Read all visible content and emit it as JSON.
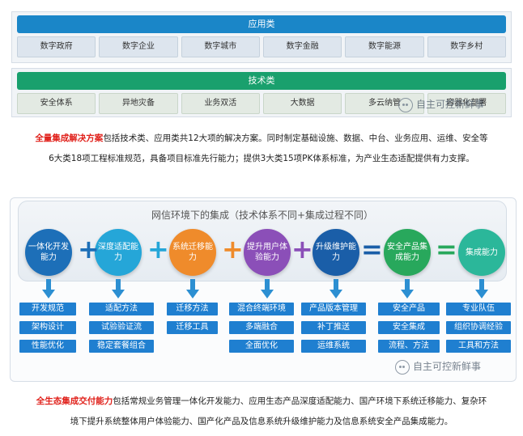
{
  "top_figure": {
    "application": {
      "title": "应用类",
      "items": [
        "数字政府",
        "数字企业",
        "数字城市",
        "数字金融",
        "数字能源",
        "数字乡村"
      ]
    },
    "technology": {
      "title": "技术类",
      "items": [
        "安全体系",
        "异地灾备",
        "业务双活",
        "大数据",
        "多云纳管",
        "容器化部署"
      ]
    }
  },
  "watermark": "自主可控新鲜事",
  "paragraph1": {
    "highlight": "全量集成解决方案",
    "line1": "包括技术类、应用类共12大项的解决方案。同时制定基础设施、数据、中台、业务应用、运维、安全等",
    "line2": "6大类18项工程标准规范，具备项目标准先行能力；提供3大类15项PK体系标准，为产业生态适配提供有力支撑。"
  },
  "bottom_figure": {
    "banner_title": "网信环境下的集成（技术体系不同+集成过程不同）",
    "capabilities": [
      {
        "label": "一体化开发能力",
        "color": "#1d6fb8",
        "tasks": [
          "开发规范",
          "架构设计",
          "性能优化"
        ]
      },
      {
        "label": "深度适配能力",
        "color": "#25a6d8",
        "tasks": [
          "适配方法",
          "试验验证流",
          "稳定套餐组合"
        ]
      },
      {
        "label": "系统迁移能力",
        "color": "#ef8b2b",
        "tasks": [
          "迁移方法",
          "迁移工具"
        ]
      },
      {
        "label": "提升用户体验能力",
        "color": "#8b4fb8",
        "tasks": [
          "混合终端环境",
          "多端融合",
          "全面优化"
        ]
      },
      {
        "label": "升级维护能力",
        "color": "#1a5ea8",
        "tasks": [
          "产品版本管理",
          "补丁推送",
          "运维系统"
        ]
      },
      {
        "label": "安全产品集成能力",
        "color": "#28a85c",
        "tasks": [
          "安全产品",
          "安全集成",
          "流程、方法"
        ]
      },
      {
        "label": "集成能力",
        "color": "#2bb79a",
        "tasks": [
          "专业队伍",
          "组织协调经验",
          "工具和方法"
        ]
      }
    ],
    "operators": [
      "+",
      "+",
      "+",
      "+",
      "=",
      "="
    ],
    "operator_colors": [
      "#1d6fb8",
      "#25a6d8",
      "#ef8b2b",
      "#8b4fb8",
      "#1a5ea8",
      "#28a85c"
    ]
  },
  "paragraph2": {
    "highlight": "全生态集成交付能力",
    "line1": "包括常规业务管理一体化开发能力、应用生态产品深度适配能力、国产环境下系统迁移能力、复杂环",
    "line2": "境下提升系统整体用户体验能力、国产化产品及信息系统升级维护能力及信息系统安全产品集成能力。"
  }
}
